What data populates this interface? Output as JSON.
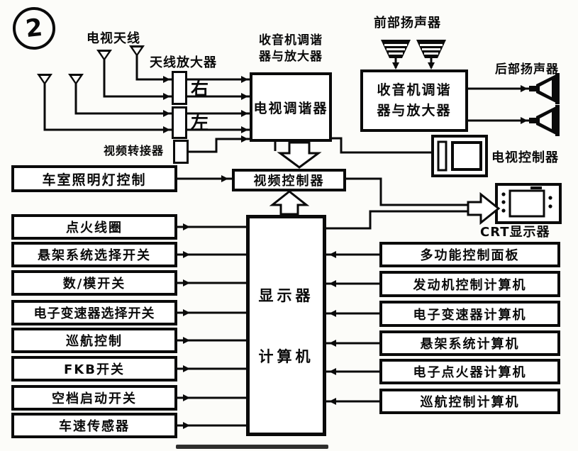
{
  "figure": {
    "number": "2"
  },
  "labels": {
    "tv_antenna": "电视天线",
    "antenna_amplifier": "天线放大器",
    "amp_right": "右",
    "amp_left": "左",
    "video_adapter": "视频转接器",
    "tuner_caption_line1": "收音机调谐",
    "tuner_caption_line2": "器与放大器",
    "front_speakers": "前部扬声器",
    "rear_speakers": "后部扬声器",
    "tv_controller": "电视控制器",
    "crt_display": "CRT显示器"
  },
  "boxes": {
    "tv_tuner": "电视调谐器",
    "radio_line1": "收音机调谐",
    "radio_line2": "器与放大器",
    "video_controller": "视频控制器",
    "cabin_light_control": "车室照明灯控制",
    "display_computer_line1": "显示器",
    "display_computer_line2": "计算机"
  },
  "left_column": [
    {
      "label": "点火线圈"
    },
    {
      "label": "悬架系统选择开关"
    },
    {
      "label": "数/模开关"
    },
    {
      "label": "电子变速器选择开关"
    },
    {
      "label": "巡航控制"
    },
    {
      "label": "FKB开关"
    },
    {
      "label": "空档启动开关"
    },
    {
      "label": "车速传感器"
    }
  ],
  "right_column": [
    {
      "label": "多功能控制面板"
    },
    {
      "label": "发动机控制计算机"
    },
    {
      "label": "电子变速器计算机"
    },
    {
      "label": "悬架系统计算机"
    },
    {
      "label": "电子点火器计算机"
    },
    {
      "label": "巡航控制计算机"
    }
  ],
  "colors": {
    "ink": "#0a0a0a",
    "paper": "#fcfcf9"
  }
}
